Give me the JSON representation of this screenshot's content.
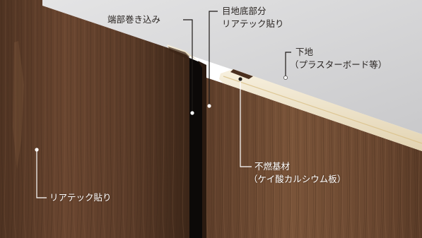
{
  "labels": {
    "edge_wrap": "端部巻き込み",
    "joint_bottom": {
      "line1": "目地底部分",
      "line2": "リアテック貼り"
    },
    "substrate": {
      "line1": "下地",
      "line2": "（プラスターボード等）"
    },
    "core": {
      "line1": "不燃基材",
      "line2": "（ケイ酸カルシウム板）"
    },
    "surface": "リアテック貼り"
  },
  "colors": {
    "background": "#ffffff",
    "board_light": "#dcdcdd",
    "board_dark": "#c6c6c8",
    "wood_base": "#6e4a33",
    "wood_dark": "#4a2f1f",
    "joint_gap": "#0c0908",
    "core_edge": "#f1e6cf",
    "callout_dark": "#1e1a18",
    "callout_light": "#ffffff"
  }
}
